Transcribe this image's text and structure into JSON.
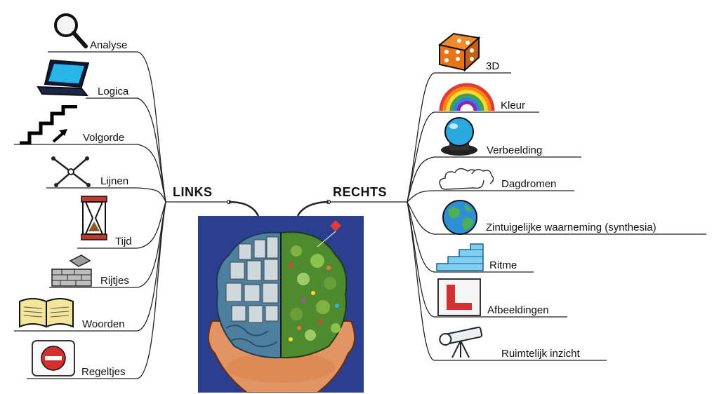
{
  "hubs": {
    "left": "LINKS",
    "right": "RECHTS"
  },
  "left_items": [
    {
      "label": "Analyse",
      "icon": "magnifier-icon"
    },
    {
      "label": "Logica",
      "icon": "laptop-icon"
    },
    {
      "label": "Volgorde",
      "icon": "stairs-icon"
    },
    {
      "label": "Lijnen",
      "icon": "lines-icon"
    },
    {
      "label": "Tijd",
      "icon": "hourglass-icon"
    },
    {
      "label": "Rijtjes",
      "icon": "bricks-icon"
    },
    {
      "label": "Woorden",
      "icon": "book-icon"
    },
    {
      "label": "Regeltjes",
      "icon": "stop-sign-icon"
    }
  ],
  "right_items": [
    {
      "label": "3D",
      "icon": "dice-icon"
    },
    {
      "label": "Kleur",
      "icon": "rainbow-icon"
    },
    {
      "label": "Verbeelding",
      "icon": "crystal-ball-icon"
    },
    {
      "label": "Dagdromen",
      "icon": "clouds-icon"
    },
    {
      "label": "Zintuigelijke waarneming (synthesia)",
      "icon": "globe-icon"
    },
    {
      "label": "Ritme",
      "icon": "steps-icon"
    },
    {
      "label": "Afbeeldingen",
      "icon": "picture-icon"
    },
    {
      "label": "Ruimtelijk inzicht",
      "icon": "telescope-icon"
    }
  ],
  "center_image": {
    "icon": "brain-head-illustration",
    "left_color": "#4f7f9f",
    "right_color": "#4f8a2e",
    "background": "#2a3f8f"
  }
}
